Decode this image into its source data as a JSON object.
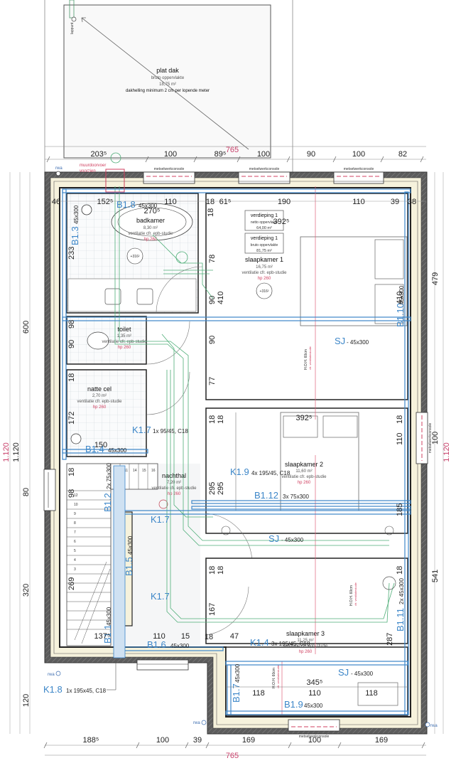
{
  "roof": {
    "title": "plat dak",
    "area_label": "bruto oppervlakte",
    "area": "18,75 m²",
    "slope_note": "dakhelling minimum 2 cm per lopende meter",
    "lappunt": "lappunt"
  },
  "top_dimensions": {
    "segments": [
      "203⁵",
      "100",
      "89⁵",
      "100",
      "90",
      "100",
      "82"
    ],
    "total": "765"
  },
  "inner_top_dimensions": [
    "46",
    "152⁵",
    "110",
    "18",
    "61⁵",
    "190",
    "110",
    "39",
    "38"
  ],
  "bottom_dimensions": {
    "segments": [
      "188⁵",
      "100",
      "39",
      "169",
      "100",
      "169"
    ],
    "total": "765"
  },
  "left_dimensions": {
    "segments": [
      "600",
      "80",
      "320",
      "120"
    ],
    "total_red": "1.120",
    "total_black": "1.120"
  },
  "right_dimensions": {
    "segments": [
      "479",
      "100",
      "541"
    ],
    "total_red": "1.120"
  },
  "window_labels": [
    "metselwerkconsole",
    "metselwerkconsole",
    "metselwerkconsole",
    "metselwerkconsole",
    "metselwerkconsole"
  ],
  "annotations": {
    "muurdoorvoer": "muurdoorvoer",
    "voorzien": "voorzien",
    "rwa": "rwa",
    "hoh": "H.O.H. 60cm",
    "ventilation_note": "cfr. ventilatiestudie"
  },
  "summary": {
    "netto_title": "verdieping 1",
    "netto_label": "netto oppervlakte",
    "netto_value": "64,00 m²",
    "bruto_title": "verdieping 1",
    "bruto_label": "bruto oppervlakte",
    "bruto_value": "81,75 m²"
  },
  "rooms": [
    {
      "name": "badkamer",
      "area": "8,30 m²",
      "vent": "ventilatie cfr. epb-studie",
      "hp": "hp 260",
      "level": "+316²"
    },
    {
      "name": "slaapkamer 1",
      "area": "16,75 m²",
      "vent": "ventilatie cfr. epb-studie",
      "hp": "hp 260",
      "level": "+316²"
    },
    {
      "name": "toilet",
      "area": "1,35 m²",
      "vent": "ventilatie cfr. epb-studie",
      "hp": "hp 260"
    },
    {
      "name": "natte cel",
      "area": "2,70 m²",
      "vent": "ventilatie cfr. epb-studie",
      "hp": "hp 260"
    },
    {
      "name": "nachthal",
      "area": "7,20 m²",
      "vent": "ventilatie cfr. epb-studie",
      "hp": "hp 260"
    },
    {
      "name": "slaapkamer 2",
      "area": "11,60 m²",
      "vent": "ventilatie cfr. epb-studie",
      "hp": "hp 260"
    },
    {
      "name": "slaapkamer 3",
      "area": "11,25 m²",
      "vent": "ventilatie cfr. epb-studie",
      "hp": "hp 260"
    }
  ],
  "beams": [
    {
      "id": "B1.8",
      "spec": "45x300"
    },
    {
      "id": "B1.3",
      "spec": "45x300"
    },
    {
      "id": "B1.10",
      "spec": "45x300"
    },
    {
      "id": "SJ",
      "spec": "- 45x300"
    },
    {
      "id": "K1.7",
      "spec": "1x 95/45, C18"
    },
    {
      "id": "B1.4",
      "spec": "45x300"
    },
    {
      "id": "B1.2",
      "spec": "2x 75x300"
    },
    {
      "id": "K1.9",
      "spec": "4x 195/45, C18"
    },
    {
      "id": "B1.12",
      "spec": "3x 75x300"
    },
    {
      "id": "K1.7",
      "spec": ""
    },
    {
      "id": "SJ",
      "spec": "- 45x300"
    },
    {
      "id": "B1.5",
      "spec": "45x300"
    },
    {
      "id": "K1.7",
      "spec": ""
    },
    {
      "id": "B1.11",
      "spec": "2x 45x300"
    },
    {
      "id": "B1.6",
      "spec": "45x300"
    },
    {
      "id": "K1.4",
      "spec": "3x 195/45, C18"
    },
    {
      "id": "B1.7",
      "spec": "45x300"
    },
    {
      "id": "SJ",
      "spec": "- 45x300"
    },
    {
      "id": "B1.9",
      "spec": "45x300"
    },
    {
      "id": "K1.8",
      "spec": "1x 195x45, C18"
    },
    {
      "id": "B1.1",
      "spec": "45x300"
    }
  ],
  "interior_dimensions": {
    "bathroom": [
      "270⁵",
      "233",
      "18",
      "18"
    ],
    "bedroom1": [
      "392⁵",
      "410",
      "410",
      "90",
      "78",
      "90",
      "77"
    ],
    "toilet": [
      "98",
      "90"
    ],
    "wetcell": [
      "18",
      "172",
      "150"
    ],
    "hall": [
      "18",
      "98",
      "269",
      "137⁵",
      "110",
      "15"
    ],
    "bedroom2": [
      "392⁵",
      "18",
      "18",
      "18",
      "110",
      "295",
      "295",
      "185"
    ],
    "bedroom3": [
      "18",
      "18",
      "18",
      "167",
      "18",
      "47",
      "287",
      "345⁵",
      "118",
      "110",
      "118"
    ]
  },
  "stairs": [
    "11",
    "12",
    "13",
    "14",
    "15",
    "16",
    "17",
    "10",
    "9",
    "8",
    "7",
    "6",
    "5",
    "4",
    "3"
  ],
  "colors": {
    "wall_dark": "#5a5a5a",
    "insulation": "#f6f2dc",
    "beam_blue": "#3c86c8",
    "pipe_green": "#4fae78",
    "dim_red": "#c8406a",
    "tile_grid": "#cfd6dc"
  }
}
